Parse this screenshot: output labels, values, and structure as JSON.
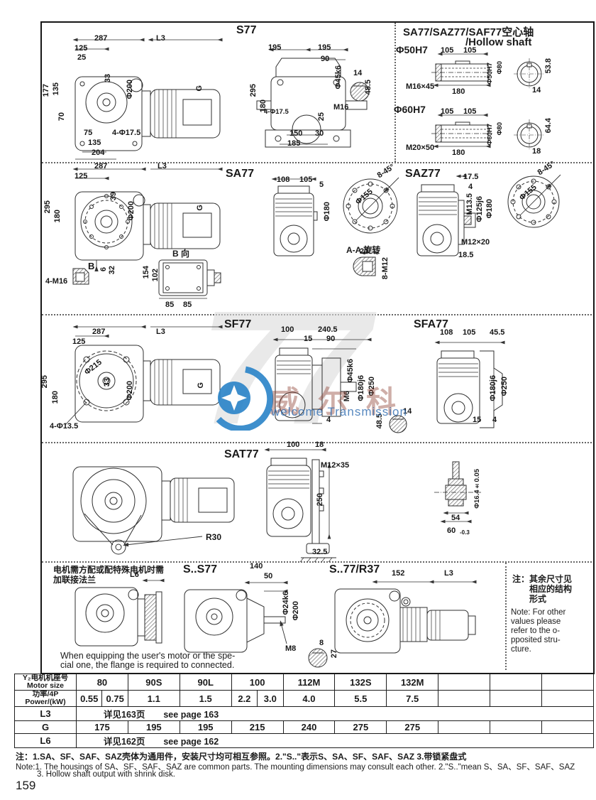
{
  "watermark": {
    "big": "77",
    "brand_zh": "威尔科",
    "brand_en": "welcome Transmission",
    "blue": "#2e86c9"
  },
  "s": {
    "s77": {
      "title": "S77",
      "front": [
        "287",
        "125",
        "25",
        "L3",
        "177",
        "135",
        "70",
        "33",
        "Φ200",
        "G",
        "75",
        "135",
        "204",
        "4-Φ17.5"
      ],
      "side": [
        "195",
        "195",
        "90",
        "Φ45k6",
        "M16",
        "295",
        "180",
        "4-Φ17.5",
        "25",
        "150",
        "30",
        "185"
      ],
      "shaft": [
        "14",
        "48.5"
      ]
    },
    "hollow": {
      "t1": "SA77/SAZ77/SAF77空心轴",
      "t2": "/Hollow shaft",
      "v50": {
        "label": "Φ50H7",
        "d": [
          "105",
          "105",
          "Φ80",
          "Φ50H7",
          "180",
          "M16×45",
          "53.8",
          "14"
        ]
      },
      "v60": {
        "label": "Φ60H7",
        "d": [
          "105",
          "105",
          "Φ80",
          "Φ60H7",
          "180",
          "M20×50",
          "64.4",
          "18"
        ]
      }
    },
    "sa77": {
      "title": "SA77",
      "front": [
        "287",
        "125",
        "L3",
        "295",
        "180",
        "39",
        "Φ200",
        "G",
        "B"
      ],
      "key": [
        "4-M16",
        "6",
        "32"
      ],
      "bview": {
        "label": "B 向",
        "d": [
          "154",
          "102",
          "85",
          "85"
        ]
      },
      "side": [
        "108",
        "105",
        "5",
        "Φ180"
      ],
      "flange": [
        "8-45°",
        "Φ155"
      ],
      "aa": {
        "label": "A-A 旋转",
        "d": [
          "20",
          "8-M12"
        ]
      }
    },
    "saz77": {
      "title": "SAZ77",
      "side": [
        "17.5",
        "4",
        "M13.5",
        "Φ125j6",
        "Φ180",
        "M12×20",
        "18.5"
      ],
      "flange": [
        "8-45°",
        "Φ155"
      ]
    },
    "sf77": {
      "title": "SF77",
      "front": [
        "287",
        "125",
        "L3",
        "295",
        "180",
        "Φ215",
        "33",
        "Φ200",
        "G",
        "4-Φ13.5"
      ],
      "side": [
        "100",
        "240.5",
        "15",
        "90",
        "Φ45k6",
        "Φ180j6",
        "Φ250",
        "M6",
        "4"
      ],
      "shaft": [
        "14",
        "48.5"
      ]
    },
    "sfa77": {
      "title": "SFA77",
      "side": [
        "108",
        "105",
        "45.5",
        "Φ180j6",
        "Φ250",
        "15",
        "4"
      ]
    },
    "sat77": {
      "title": "SAT77",
      "front": [
        "R30"
      ],
      "side": [
        "100",
        "18",
        "M12×35",
        "250",
        "32.5"
      ],
      "bush": [
        "Φ16.4±0.05",
        "54",
        "60",
        "-0.3"
      ]
    },
    "sads": {
      "zh1": "电机需方配或配特殊电机时需",
      "zh2": "加联接法兰",
      "l6": "L6",
      "en1": "When equipping the user's motor or the spe-",
      "en2": "cial one, the flange is required to connected."
    },
    "ss77": {
      "title": "S..S77",
      "d": [
        "140",
        "50",
        "Φ24k6",
        "Φ200",
        "M8"
      ],
      "shaft": [
        "8",
        "27"
      ]
    },
    "sr37": {
      "title": "S..77/R37",
      "d": [
        "152",
        "L3"
      ]
    },
    "sidenote": {
      "zh": [
        "注：其余尺寸见",
        "相应的结构",
        "形式"
      ],
      "en": [
        "Note: For other",
        "values please",
        "refer to the o-",
        "pposited stru-",
        "cture."
      ]
    }
  },
  "table": {
    "motor_zh": "Y₂电机机座号",
    "motor_en": "Motor size",
    "power_zh": "功率/4P",
    "power_en": "Power/(kW)",
    "cols": [
      "80",
      "90S",
      "90L",
      "100",
      "112M",
      "132S",
      "132M",
      "",
      "",
      ""
    ],
    "p80": [
      "0.55",
      "0.75"
    ],
    "p100": [
      "2.2",
      "3.0"
    ],
    "power": [
      "1.1",
      "1.5",
      "4.0",
      "5.5",
      "7.5"
    ],
    "l3": {
      "label": "L3",
      "zh": "详见163页",
      "en": "see page 163"
    },
    "g": {
      "label": "G",
      "v": [
        "175",
        "195",
        "195",
        "215",
        "240",
        "275",
        "275",
        "",
        "",
        ""
      ]
    },
    "l6": {
      "label": "L6",
      "zh": "详见162页",
      "en": "see page 162"
    }
  },
  "notes": {
    "zh": "注：1.SA、SF、SAF、SAZ壳体为通用件，安装尺寸均可相互参照。2.\"S..\"表示S、SA、SF、SAF、SAZ 3.带锁紧盘式",
    "en1": "Note:1. The housings of SA、SF、SAF、SAZ are common parts. The mounting dimensions may consult each other. 2.\"S..\"mean S、SA、SF、SAF、SAZ",
    "en2": "3. Hollow shaft output with shrink disk.",
    "page": "159"
  }
}
